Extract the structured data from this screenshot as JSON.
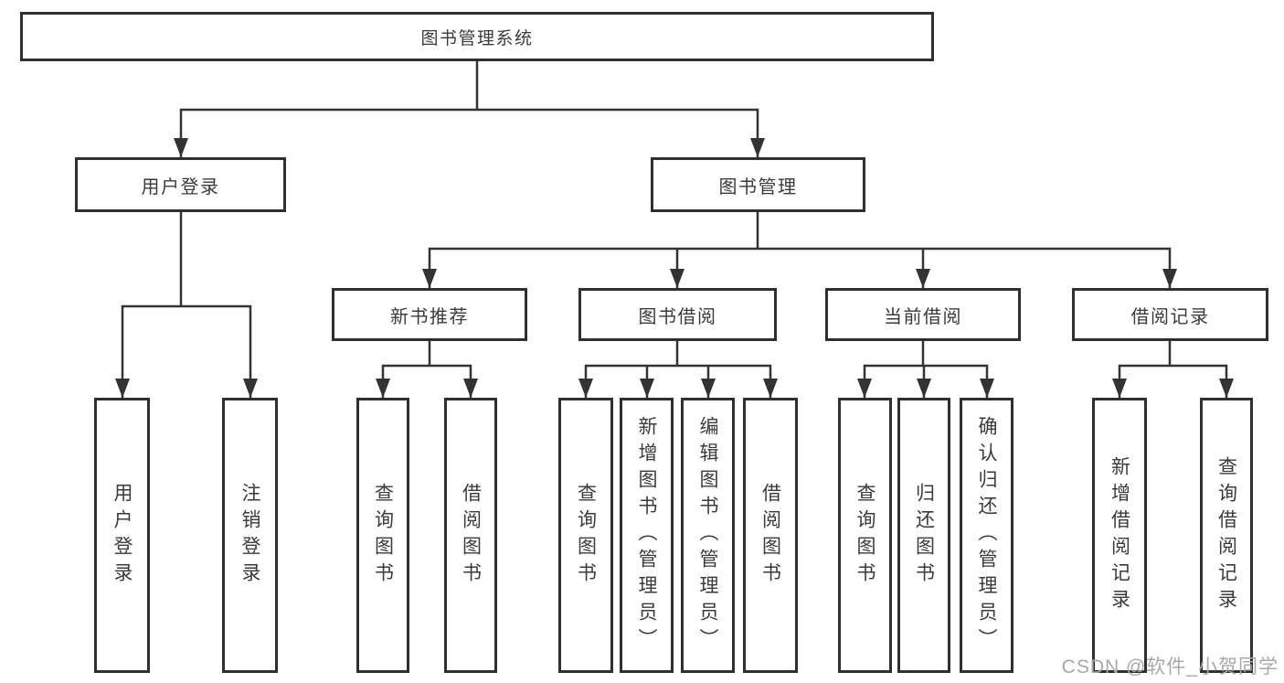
{
  "tree": {
    "root": "图书管理系统",
    "children": [
      {
        "label": "用户登录",
        "children": [
          {
            "label": "用户登录"
          },
          {
            "label": "注销登录"
          }
        ]
      },
      {
        "label": "图书管理",
        "children": [
          {
            "label": "新书推荐",
            "children": [
              {
                "label": "查询图书"
              },
              {
                "label": "借阅图书"
              }
            ]
          },
          {
            "label": "图书借阅",
            "children": [
              {
                "label": "查询图书"
              },
              {
                "label": "新增图书（管理员）"
              },
              {
                "label": "编辑图书（管理员）"
              },
              {
                "label": "借阅图书"
              }
            ]
          },
          {
            "label": "当前借阅",
            "children": [
              {
                "label": "查询图书"
              },
              {
                "label": "归还图书"
              },
              {
                "label": "确认归还（管理员）"
              }
            ]
          },
          {
            "label": "借阅记录",
            "children": [
              {
                "label": "新增借阅记录"
              },
              {
                "label": "查询借阅记录"
              }
            ]
          }
        ]
      }
    ]
  },
  "watermark": {
    "text": "CSDN @软件_小贺同学"
  },
  "colors": {
    "line": "#333333",
    "box_border": "#2f2f2f",
    "text": "#3b3b3b",
    "watermark": "#a8a8a8"
  }
}
